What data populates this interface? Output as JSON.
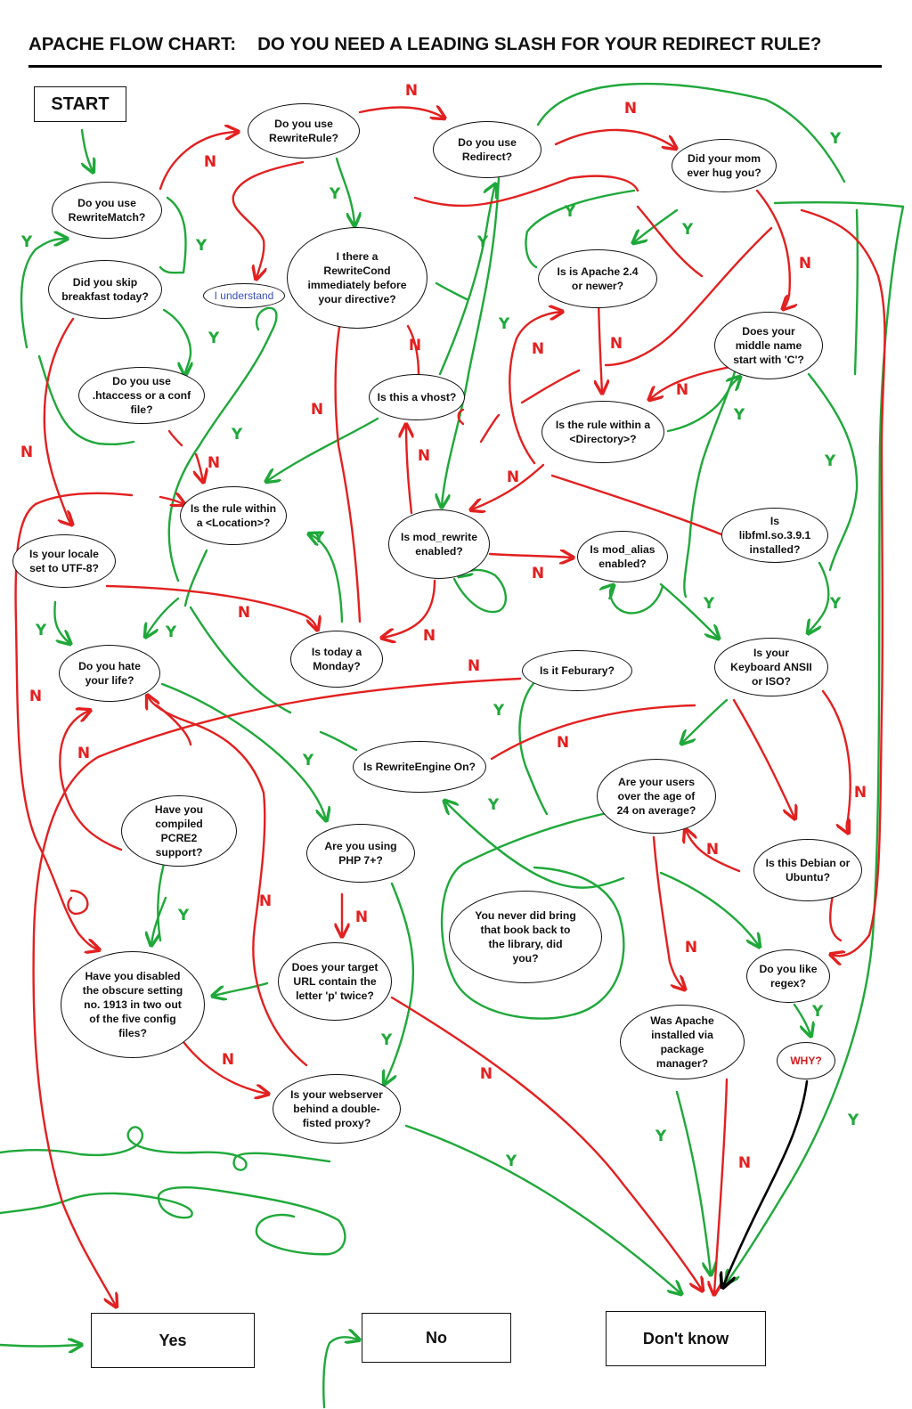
{
  "title": {
    "prefix": "APACHE FLOW CHART:",
    "main": "DO YOU NEED A LEADING SLASH FOR YOUR REDIRECT RULE?"
  },
  "colors": {
    "yes_path": "#1fa83a",
    "no_path": "#e32020",
    "why_path": "#000000",
    "text": "#111111"
  },
  "start": "START",
  "outcomes": {
    "yes": "Yes",
    "no": "No",
    "dont_know": "Don't know"
  },
  "nodes": {
    "rewrite_rule": "Do you use RewriteRule?",
    "redirect": "Do you use Redirect?",
    "mom_hug": "Did your mom ever hug you?",
    "rewrite_match": "Do you use RewriteMatch?",
    "skip_breakfast": "Did you skip breakfast today?",
    "i_understand": "I understand",
    "rewrite_cond": "I there a RewriteCond immediately before your directive?",
    "apache_24": "Is is Apache 2.4 or newer?",
    "middle_name": "Does your middle name start with 'C'?",
    "htaccess": "Do you use .htaccess or a conf file?",
    "vhost": "Is this a vhost?",
    "directory": "Is the rule within a <Directory>?",
    "location": "Is the rule within a <Location>?",
    "locale": "Is your locale set to UTF-8?",
    "mod_rewrite": "Is mod_rewrite enabled?",
    "mod_alias": "Is mod_alias enabled?",
    "libfml": "Is libfml.so.3.9.1 installed?",
    "hate_life": "Do you hate your life?",
    "monday": "Is today a Monday?",
    "february": "Is it Feburary?",
    "keyboard": "Is your Keyboard ANSII or ISO?",
    "rewrite_engine": "Is RewriteEngine On?",
    "users_age": "Are your users over the age of 24 on average?",
    "pcre2": "Have you compiled PCRE2 support?",
    "php7": "Are you using PHP 7+?",
    "debian": "Is this Debian or Ubuntu?",
    "library_book": "You never did bring  that book back to the library, did you?",
    "letter_p": "Does your target URL contain the letter 'p' twice?",
    "obscure_setting": "Have you disabled the obscure setting no. 1913 in two out of the five config files?",
    "regex": "Do you like regex?",
    "package_manager": "Was Apache installed via package manager?",
    "why": "WHY?",
    "double_fisted": "Is your webserver behind a double-fisted proxy?"
  },
  "answer_letters": {
    "yes": "Y",
    "no": "N"
  }
}
